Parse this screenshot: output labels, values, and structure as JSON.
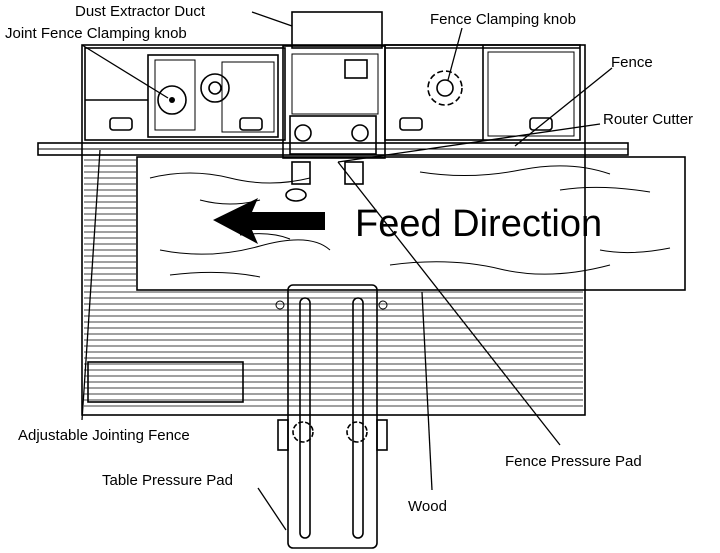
{
  "labels": {
    "dust_extractor_duct": "Dust Extractor Duct",
    "joint_fence_clamping_knob": "Joint Fence Clamping knob",
    "fence_clamping_knob": "Fence Clamping knob",
    "fence": "Fence",
    "router_cutter": "Router Cutter",
    "feed_direction": "Feed  Direction",
    "adjustable_jointing_fence": "Adjustable Jointing Fence",
    "fence_pressure_pad": "Fence Pressure Pad",
    "table_pressure_pad": "Table Pressure Pad",
    "wood": "Wood"
  },
  "colors": {
    "line": "#000000",
    "background": "#ffffff"
  }
}
